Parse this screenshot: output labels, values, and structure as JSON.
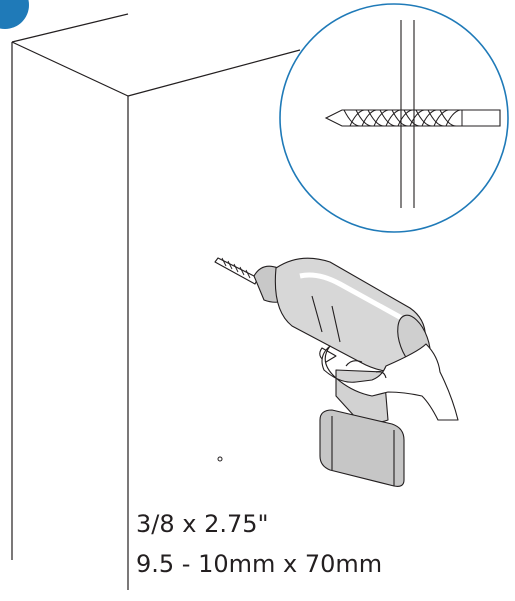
{
  "labels": {
    "imperial_size": "3/8 x 2.75\"",
    "metric_size": "9.5 - 10mm x 70mm"
  },
  "icons": {
    "step_badge": "step-number-badge",
    "drill": "cordless-drill-icon",
    "hand": "hand-icon",
    "drill_bit_detail": "drill-bit-magnifier-icon"
  },
  "colors": {
    "accent": "#1f7ab8",
    "line": "#231f20",
    "drill_fill": "#d7d7d7",
    "battery_fill": "#c6c6c6"
  }
}
